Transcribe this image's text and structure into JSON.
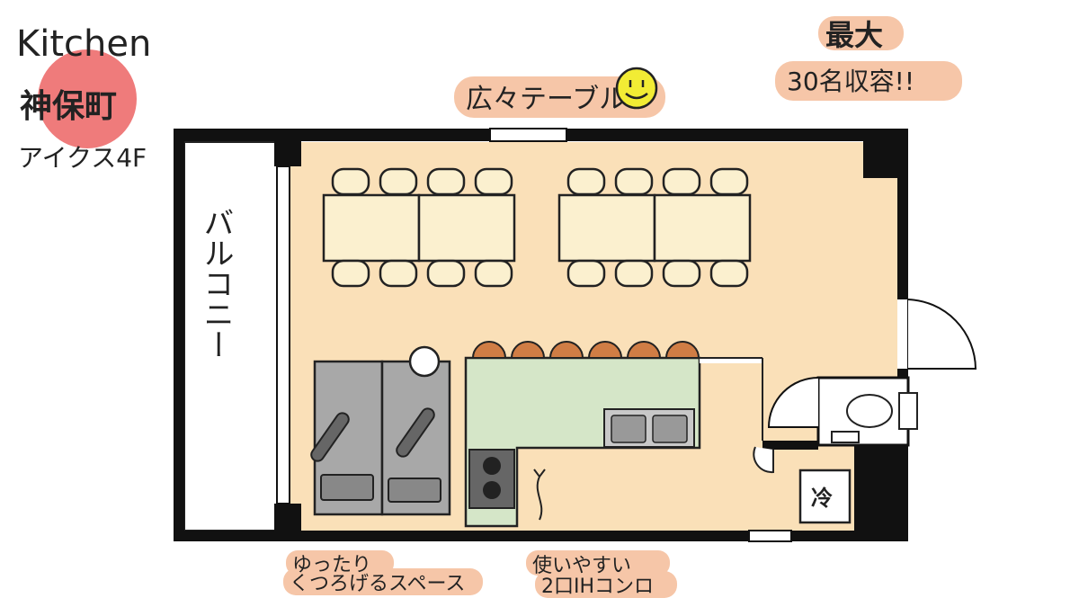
{
  "header": {
    "brand": "Kitchen",
    "location_line1": "神保町",
    "location_line2": "アイクス4F"
  },
  "labels": {
    "tables": "広々テーブル",
    "capacity_line1": "最大",
    "capacity_line2": "30名収容!!",
    "balcony": "バルコニー",
    "relax_line1": "ゆったり",
    "relax_line2": "くつろげるスペース",
    "stove_line1": "使いやすい",
    "stove_line2": "2口IHコンロ",
    "fridge": "冷"
  },
  "icons": [
    "smiley-icon",
    "sofa-icon",
    "stove-icon",
    "sink-icon",
    "toilet-icon",
    "fridge-icon",
    "chair-icon",
    "door-icon"
  ],
  "colors": {
    "floor": "#fae0b8",
    "table": "#fbf0cf",
    "counter": "#d5e6c8",
    "sofa": "#a8a8a8",
    "stool": "#d07d45",
    "note": "#f6c6a8",
    "circle": "#ef7b7b",
    "wall": "#111111"
  }
}
